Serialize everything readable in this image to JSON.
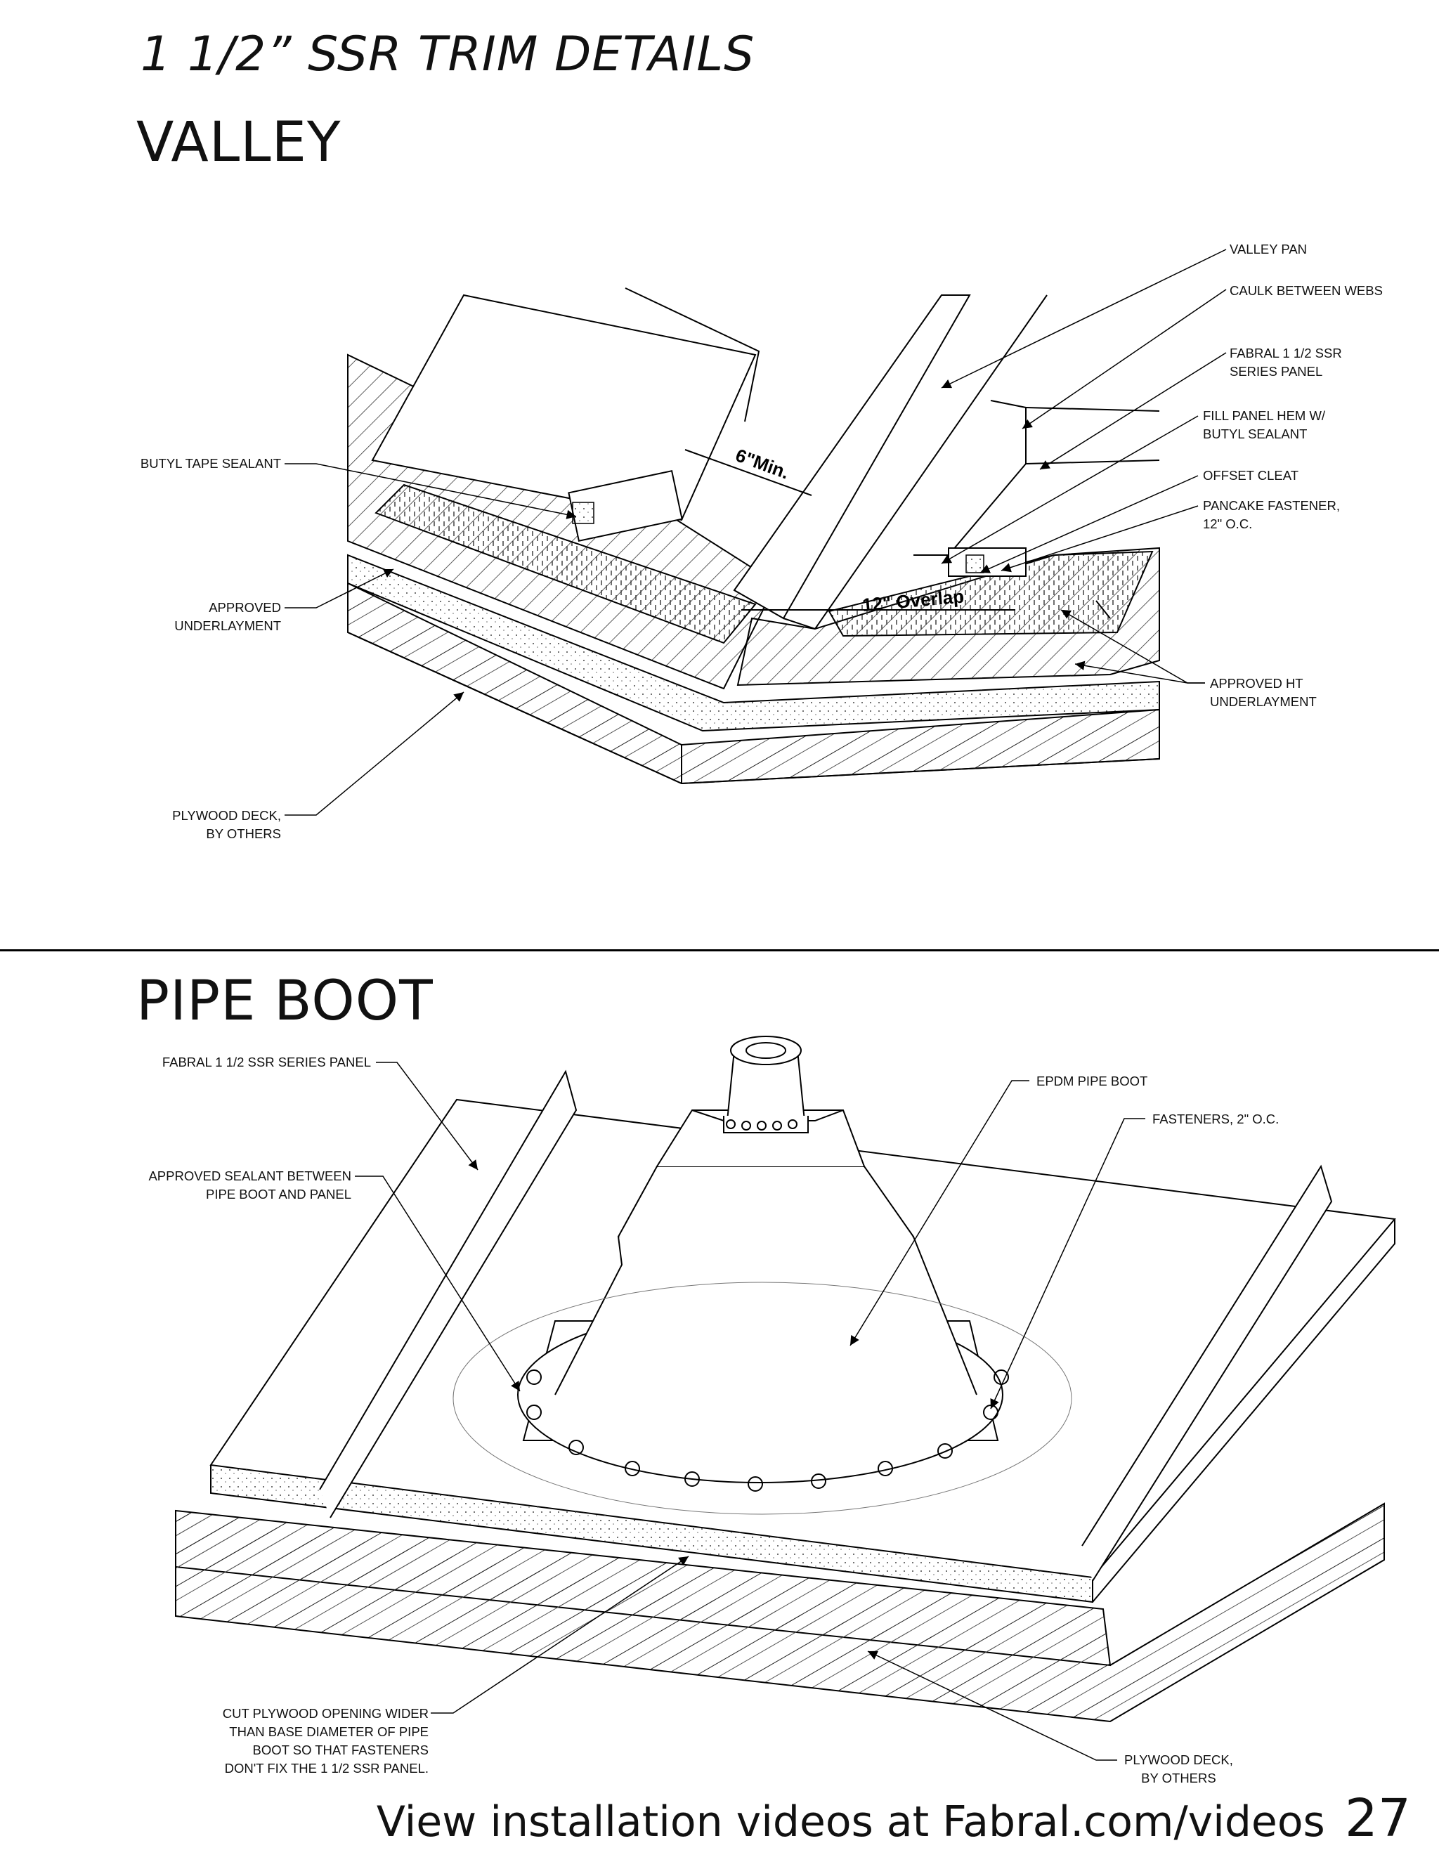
{
  "header": {
    "title": "1 1/2” SSR TRIM DETAILS"
  },
  "valley": {
    "title": "VALLEY",
    "dimension_min": "6\"Min.",
    "dimension_overlap": "12\" Overlap",
    "labels": {
      "valley_pan": "VALLEY PAN",
      "caulk_between_webs": "CAULK BETWEEN WEBS",
      "panel_line1": "FABRAL 1 1/2 SSR",
      "panel_line2": "SERIES PANEL",
      "fill_hem_line1": "FILL PANEL HEM W/",
      "fill_hem_line2": "BUTYL SEALANT",
      "offset_cleat": "OFFSET CLEAT",
      "pancake_line1": "PANCAKE FASTENER,",
      "pancake_line2": "12\" O.C.",
      "butyl_tape": "BUTYL TAPE SEALANT",
      "approved_under_line1": "APPROVED",
      "approved_under_line2": "UNDERLAYMENT",
      "ht_under_line1": "APPROVED HT",
      "ht_under_line2": "UNDERLAYMENT",
      "plywood_line1": "PLYWOOD DECK,",
      "plywood_line2": "BY OTHERS"
    }
  },
  "pipe_boot": {
    "title": "PIPE BOOT",
    "labels": {
      "panel": "FABRAL 1 1/2 SSR SERIES PANEL",
      "sealant_line1": "APPROVED SEALANT BETWEEN",
      "sealant_line2": "PIPE BOOT AND PANEL",
      "epdm": "EPDM PIPE BOOT",
      "fasteners": "FASTENERS, 2\" O.C.",
      "cut_line1": "CUT PLYWOOD OPENING WIDER",
      "cut_line2": "THAN BASE DIAMETER OF PIPE",
      "cut_line3": "BOOT SO THAT FASTENERS",
      "cut_line4": "DON'T FIX THE 1 1/2 SSR PANEL.",
      "plywood_line1": "PLYWOOD DECK,",
      "plywood_line2": "BY OTHERS"
    }
  },
  "footer": {
    "text": "View installation videos at Fabral.com/videos",
    "page_number": "27"
  }
}
